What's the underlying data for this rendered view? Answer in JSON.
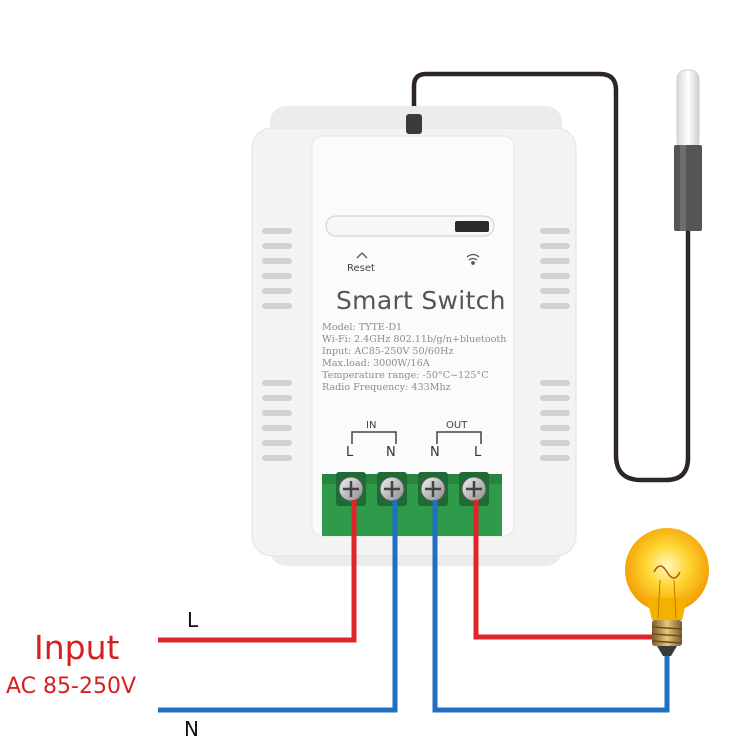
{
  "device": {
    "title": "Smart Switch",
    "reset_label": "Reset",
    "specs": [
      "Model: TYTE-D1",
      "Wi-Fi: 2.4GHz 802.11b/g/n+bluetooth",
      "Input: AC85-250V 50/60Hz",
      "Max.load: 3000W/16A",
      "Temperature range: -50°C~125°C",
      "Radio Frequency: 433Mhz"
    ],
    "in_label": "IN",
    "out_label": "OUT",
    "terminals": [
      "L",
      "N",
      "N",
      "L"
    ]
  },
  "wiring": {
    "input_title": "Input",
    "input_range": "AC 85-250V",
    "live_label": "L",
    "neutral_label": "N",
    "live_color": "#e0242c",
    "neutral_color": "#1f6fc4"
  },
  "icons": [
    "wifi-icon",
    "chevron-up-icon",
    "light-bulb-icon",
    "temperature-probe-icon",
    "terminal-screw-icon"
  ]
}
